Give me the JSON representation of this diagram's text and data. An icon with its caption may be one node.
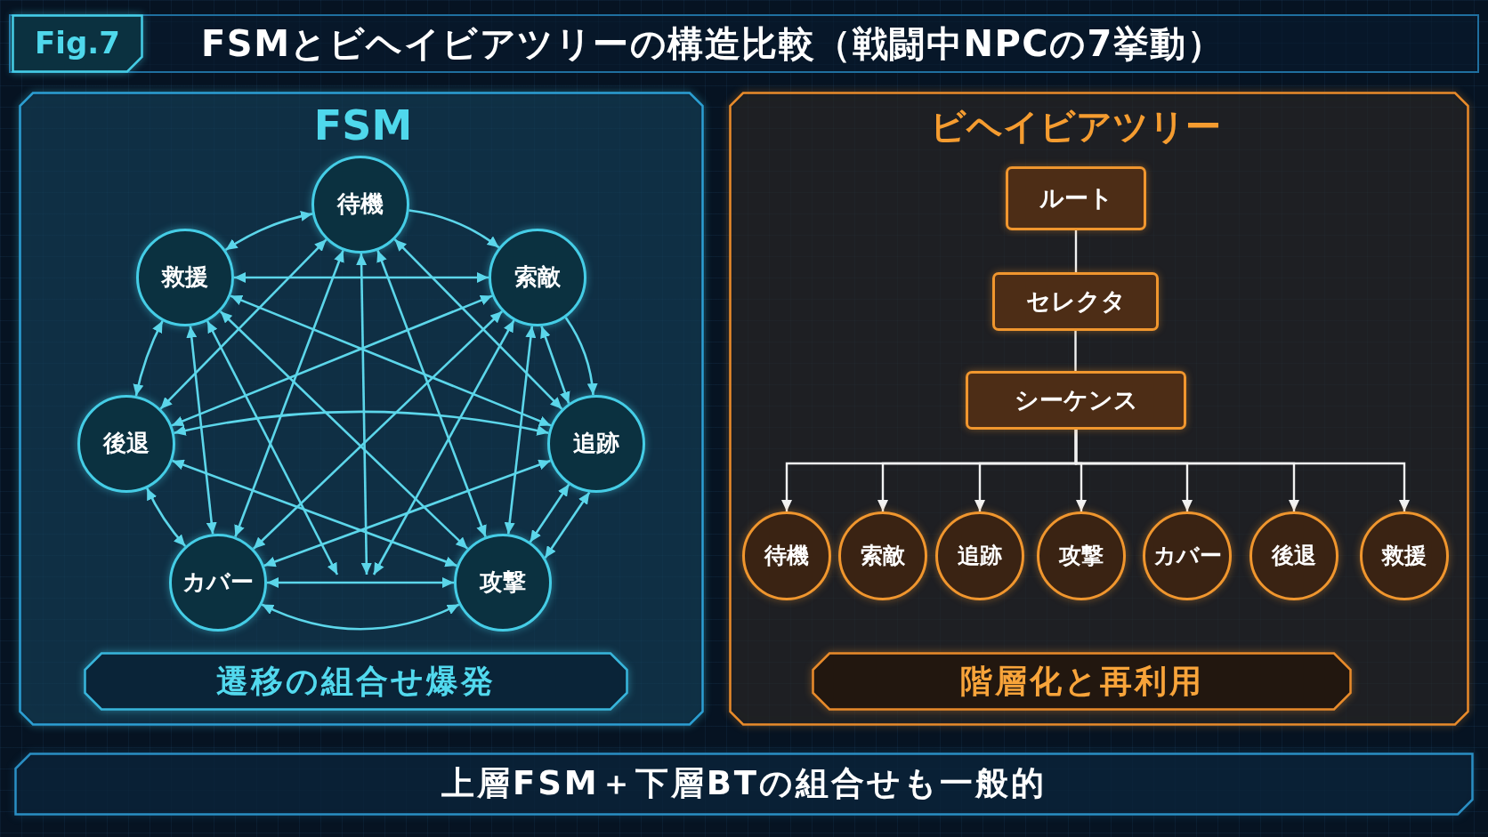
{
  "diagram": {
    "title": "FSMとビヘイビアツリーの構造比較（戦闘中NPCの7挙動）",
    "nodes": [
      {
        "text": [
          "Fig.7"
        ]
      },
      {
        "text": [
          "FSM"
        ]
      },
      {
        "text": [
          "待機"
        ],
        "in": 1
      },
      {
        "text": [
          "救援"
        ],
        "in": 1
      },
      {
        "text": [
          "索敵"
        ],
        "in": 1
      },
      {
        "text": [
          "後退"
        ],
        "in": 1
      },
      {
        "text": [
          "追跡"
        ],
        "in": 1
      },
      {
        "text": [
          "カバー"
        ],
        "in": 1
      },
      {
        "text": [
          "攻撃"
        ],
        "in": 1
      },
      {
        "text": [
          "遷移の組合せ爆発"
        ],
        "in": 1
      },
      {
        "text": [
          "ビヘイビアツリー"
        ]
      },
      {
        "text": [
          "ルート"
        ],
        "in": 10
      },
      {
        "text": [
          "セレクタ"
        ],
        "in": 10
      },
      {
        "text": [
          "シーケンス"
        ],
        "in": 10
      },
      {
        "text": [
          "待機"
        ],
        "in": 10
      },
      {
        "text": [
          "索敵"
        ],
        "in": 10
      },
      {
        "text": [
          "追跡"
        ],
        "in": 10
      },
      {
        "text": [
          "攻撃"
        ],
        "in": 10
      },
      {
        "text": [
          "カバー"
        ],
        "in": 10
      },
      {
        "text": [
          "後退"
        ],
        "in": 10
      },
      {
        "text": [
          "救援"
        ],
        "in": 10
      },
      {
        "text": [
          "階層化と再利用"
        ],
        "in": 10
      },
      {
        "text": [
          "上層FSM＋下層BTの組合せも一般的"
        ]
      }
    ],
    "edges": [
      {
        "from": 2,
        "to": 4,
        "arrow": "to"
      },
      {
        "from": 4,
        "to": 6,
        "arrow": "to"
      },
      {
        "from": 6,
        "to": 8,
        "arrow": "both"
      },
      {
        "from": 6,
        "to": 8,
        "arrow": "both"
      },
      {
        "from": 7,
        "to": 8,
        "arrow": "both"
      },
      {
        "from": 7,
        "to": 8,
        "arrow": "both"
      },
      {
        "from": 7,
        "to": 5,
        "arrow": "both"
      },
      {
        "from": 5,
        "to": 3,
        "arrow": "both"
      },
      {
        "from": 3,
        "to": 2,
        "arrow": "both"
      },
      {
        "from": 3,
        "to": 4,
        "arrow": "both"
      },
      {
        "from": 2,
        "to": 5,
        "arrow": "both"
      },
      {
        "from": 2,
        "to": 7,
        "arrow": "both"
      },
      {
        "from": 2,
        "to": 8,
        "arrow": "both"
      },
      {
        "from": 2,
        "to": 6,
        "arrow": "both"
      },
      {
        "from": 3,
        "to": 6,
        "arrow": "both"
      },
      {
        "from": 3,
        "to": 8,
        "arrow": "both"
      },
      {
        "from": 3,
        "to": 7,
        "arrow": "both"
      },
      {
        "from": 4,
        "to": 5,
        "arrow": "both"
      },
      {
        "from": 4,
        "to": 7,
        "arrow": "both"
      },
      {
        "from": 4,
        "to": 8,
        "arrow": "both"
      },
      {
        "from": 4,
        "to": 6,
        "arrow": "both"
      },
      {
        "from": 5,
        "to": 6,
        "arrow": "both"
      },
      {
        "from": 5,
        "to": 8,
        "arrow": "both"
      },
      {
        "from": 6,
        "to": 7,
        "arrow": "both"
      },
      {
        "from": 2,
        "to": null,
        "arrow": "both"
      },
      {
        "from": 3,
        "to": null,
        "arrow": "both"
      },
      {
        "from": 4,
        "to": null,
        "arrow": "both"
      },
      {
        "from": 11,
        "to": 12,
        "arrow": "none",
        "color": "#f2f2f2"
      },
      {
        "from": 12,
        "to": 13,
        "arrow": "none",
        "color": "#f2f2f2"
      },
      {
        "from": 13,
        "to": 14,
        "arrow": "to",
        "color": "#f2f2f2"
      },
      {
        "from": 13,
        "to": 15,
        "arrow": "to",
        "color": "#f2f2f2"
      },
      {
        "from": 13,
        "to": 16,
        "arrow": "to",
        "color": "#f2f2f2"
      },
      {
        "from": 13,
        "to": 17,
        "arrow": "to",
        "color": "#f2f2f2"
      },
      {
        "from": 13,
        "to": 18,
        "arrow": "to",
        "color": "#f2f2f2"
      },
      {
        "from": 13,
        "to": 19,
        "arrow": "to",
        "color": "#f2f2f2"
      },
      {
        "from": 13,
        "to": 20,
        "arrow": "to",
        "color": "#f2f2f2"
      }
    ]
  }
}
